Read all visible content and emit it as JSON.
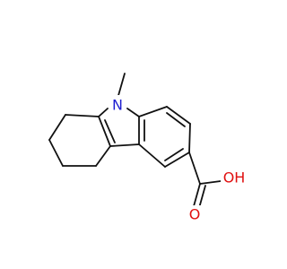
{
  "molecule": {
    "atoms": [
      {
        "id": "N",
        "label": "N",
        "color": "#1f1fd1"
      },
      {
        "id": "O1",
        "label": "O",
        "color": "#e01010"
      },
      {
        "id": "OH",
        "label": "OH",
        "color": "#e01010"
      }
    ]
  }
}
